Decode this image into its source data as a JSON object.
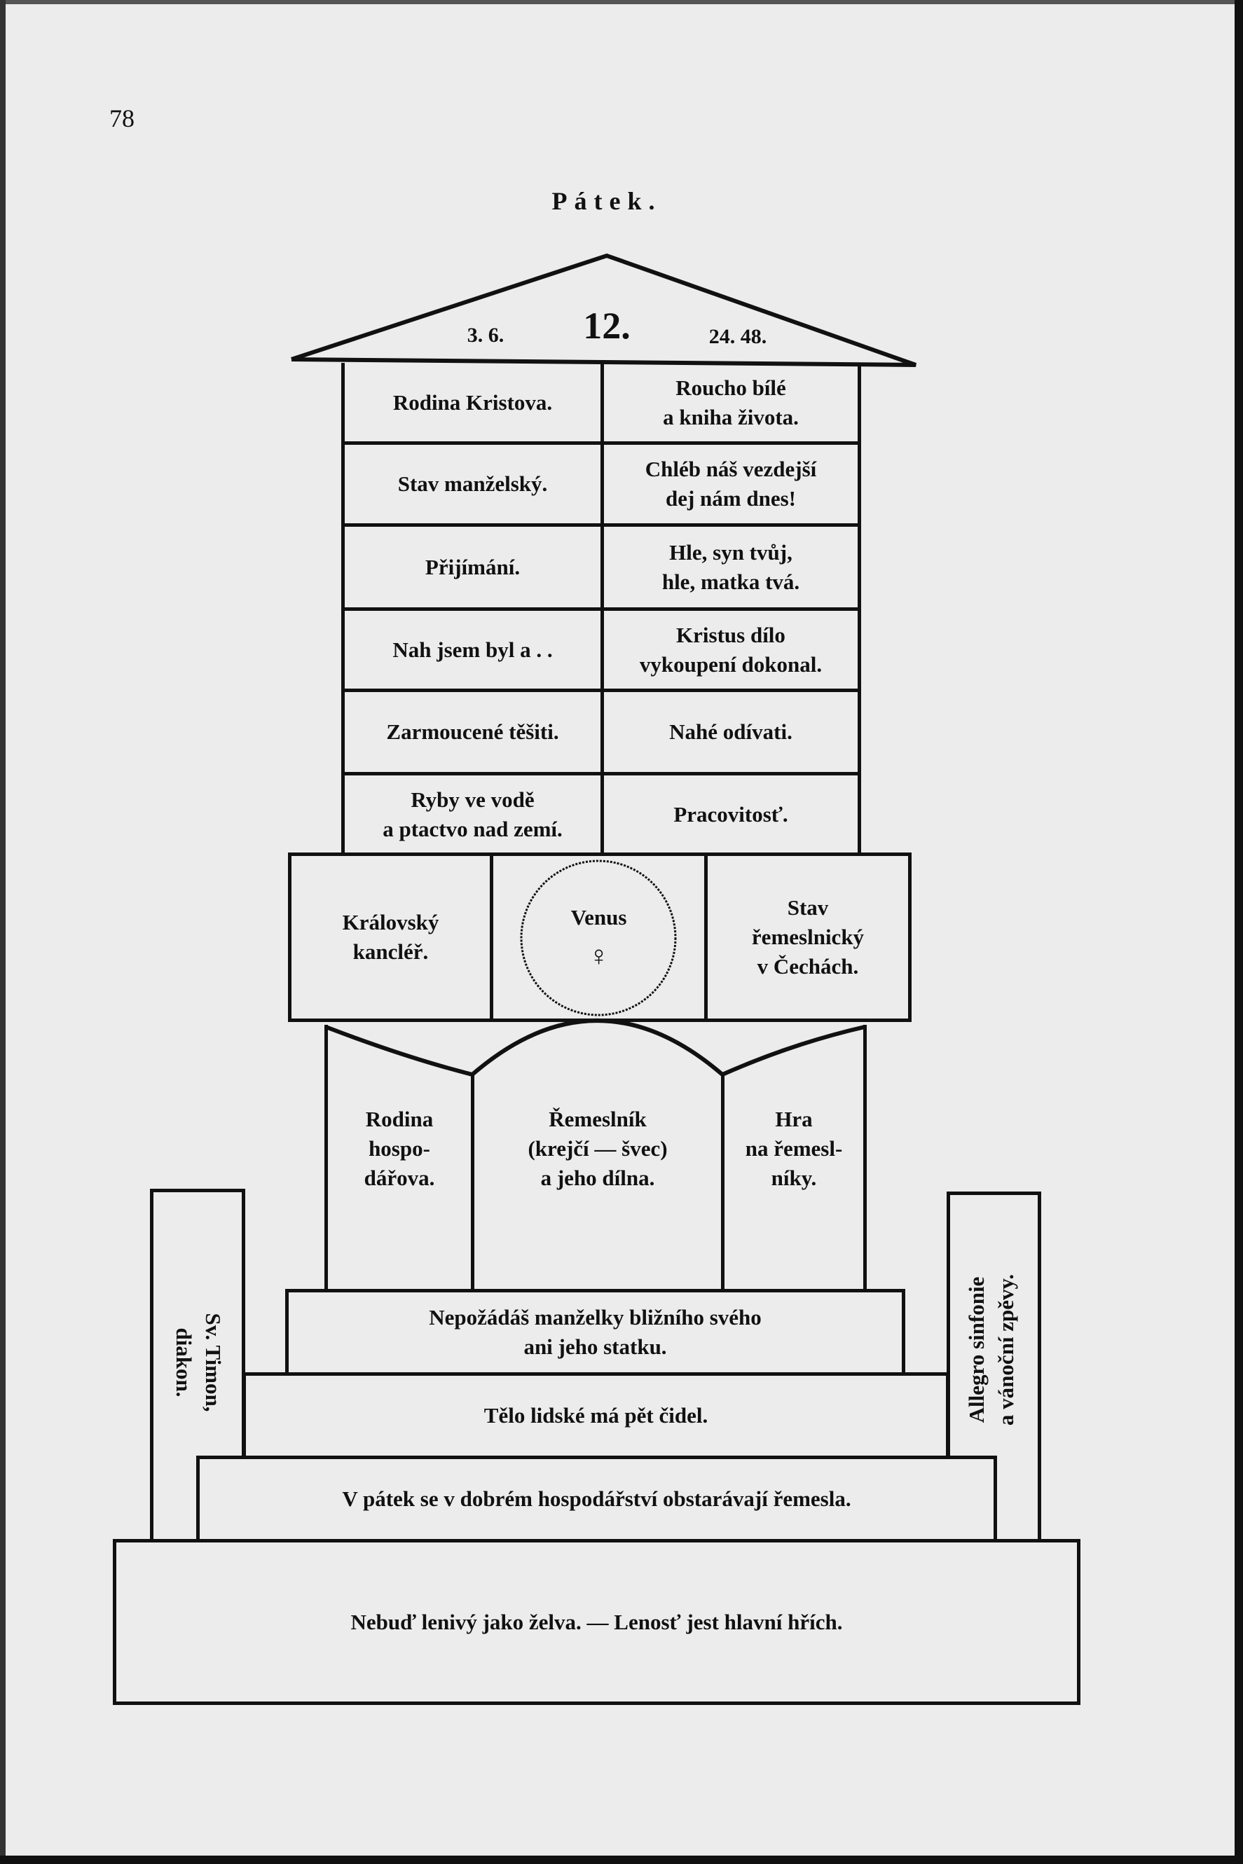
{
  "page_number": "78",
  "title": "Pátek.",
  "roof": {
    "left_numbers": "3. 6.",
    "center_number": "12.",
    "right_numbers": "24. 48."
  },
  "upper_table": {
    "left": [
      "Rodina Kristova.",
      "Stav manželský.",
      "Přijímání.",
      "Nah jsem byl a . .",
      "Zarmoucené těšiti.",
      "Ryby ve vodě\na ptactvo nad zemí."
    ],
    "right": [
      "Roucho bílé\na kniha života.",
      "Chléb náš vezdejší\ndej nám dnes!",
      "Hle, syn tvůj,\nhle, matka tvá.",
      "Kristus dílo\nvykoupení dokonal.",
      "Nahé odívati.",
      "Pracovitosť."
    ]
  },
  "middle_row": {
    "left": "Královský\nkancléř.",
    "planet": "Venus",
    "planet_symbol": "♀",
    "right": "Stav\nřemeslnický\nv Čechách."
  },
  "arch_row": {
    "left": "Rodina\nhospo-\ndářova.",
    "center": "Řemeslník\n(krejčí — švec)\na jeho dílna.",
    "right": "Hra\nna řemesl-\nníky."
  },
  "steps": [
    "Nepožádáš manželky bližního svého\nani jeho statku.",
    "Tělo lidské má pět čidel.",
    "V pátek se v dobrém hospodářství obstarávají řemesla.",
    "Nebuď lenivý jako želva. — Lenosť jest hlavní hřích."
  ],
  "left_pillar": "Sv. Timon,\ndiakon.",
  "right_pillar": "Allegro sinfonie\na vánoční zpěvy."
}
